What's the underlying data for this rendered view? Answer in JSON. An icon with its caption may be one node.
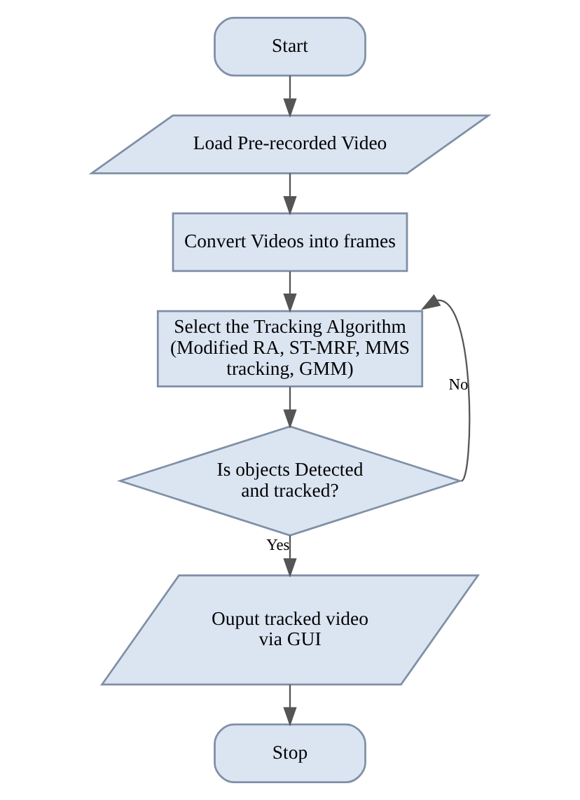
{
  "diagram": {
    "nodes": [
      {
        "text": [
          "Start"
        ]
      },
      {
        "text": [
          "Load Pre-recorded Video"
        ]
      },
      {
        "text": [
          "Convert Videos into frames"
        ]
      },
      {
        "text": [
          "Select the Tracking Algorithm (Modified RA, ST-MRF, MMS tracking, GMM)"
        ]
      },
      {
        "text": [
          "Is objects Detected and tracked?"
        ]
      },
      {
        "text": [
          "Ouput tracked video via GUI"
        ]
      },
      {
        "text": [
          "Stop"
        ]
      }
    ],
    "edges": [
      {
        "from": 0,
        "to": 1,
        "arrow": "to"
      },
      {
        "from": 1,
        "to": 2,
        "arrow": "to"
      },
      {
        "from": 2,
        "to": 3,
        "arrow": "to"
      },
      {
        "from": 3,
        "to": 4,
        "arrow": "to"
      },
      {
        "from": 4,
        "to": 5,
        "label": "Yes",
        "arrow": "to"
      },
      {
        "from": 4,
        "to": 3,
        "label": "No",
        "arrow": "to"
      },
      {
        "from": 5,
        "to": 6,
        "arrow": "to"
      }
    ]
  }
}
